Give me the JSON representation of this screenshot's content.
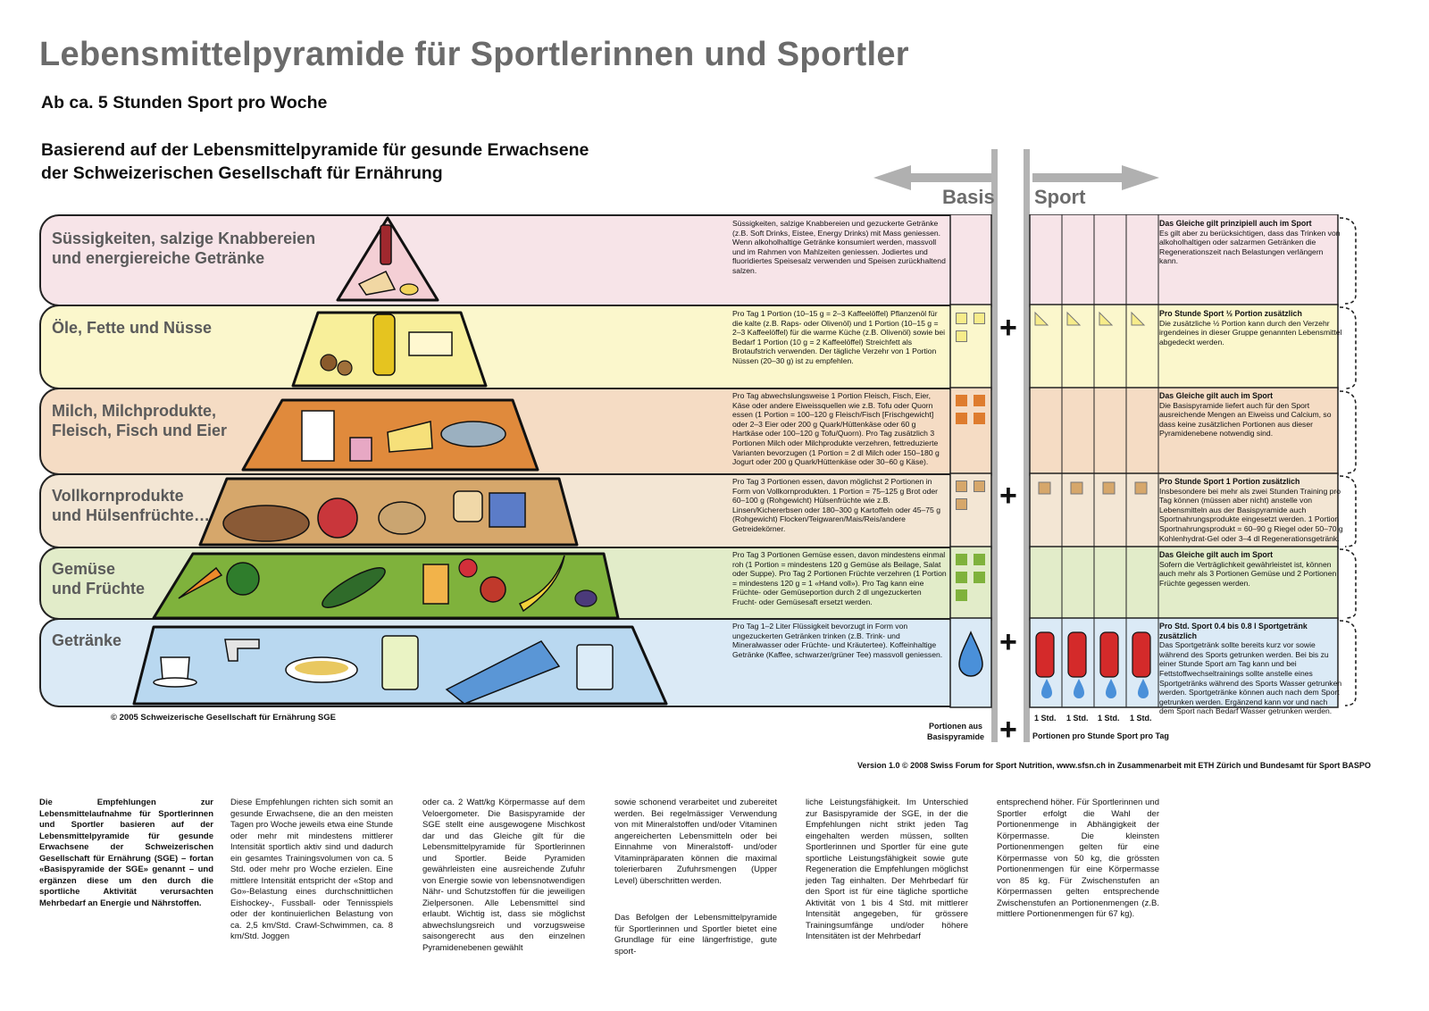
{
  "title": "Lebensmittelpyramide für Sportlerinnen und Sportler",
  "subtitle": "Ab ca. 5 Stunden Sport pro Woche",
  "basis_line1": "Basierend auf der Lebensmittelpyramide für gesunde Erwachsene",
  "basis_line2": "der Schweizerischen Gesellschaft für Ernährung",
  "header_basis": "Basis",
  "header_sport": "Sport",
  "colors": {
    "sweets": "#f7e4e8",
    "oils": "#fbf7cc",
    "protein": "#f5dcc4",
    "grains": "#f3e6d4",
    "veg": "#e2ecc9",
    "drinks": "#dbeaf6"
  },
  "levels": [
    {
      "label1": "Süssigkeiten, salzige Knabbereien",
      "label2": "und energiereiche Getränke",
      "desc": "Süssigkeiten, salzige Knabbereien und gezuckerte Getränke (z.B. Soft Drinks, Eistee, Energy Drinks) mit Mass geniessen. Wenn alkoholhaltige Getränke konsumiert werden, massvoll und im Rahmen von Mahlzeiten geniessen. Jodiertes und fluoridiertes Speisesalz verwenden und Speisen zurückhaltend salzen.",
      "note_title": "Das Gleiche gilt prinzipiell auch im Sport",
      "note": "Es gilt aber zu berücksichtigen, dass das Trinken von alkoholhaltigen oder salzarmen Getränken die Regenerationszeit nach Belastungen verlängern kann."
    },
    {
      "label1": "Öle, Fette und Nüsse",
      "label2": "",
      "desc": "Pro Tag 1 Portion (10–15 g = 2–3 Kaffeelöffel) Pflanzenöl für die kalte (z.B. Raps- oder Olivenöl) und 1 Portion (10–15 g = 2–3 Kaffeelöffel) für die warme Küche (z.B. Olivenöl) sowie bei Bedarf 1 Portion (10 g = 2 Kaffeelöffel) Streichfett als Brotaufstrich verwenden. Der tägliche Verzehr von 1 Portion Nüssen (20–30 g) ist zu empfehlen.",
      "note_title": "Pro Stunde Sport ½ Portion zusätzlich",
      "note": "Die zusätzliche ½ Portion kann durch den Verzehr irgendeines in dieser Gruppe genannten Lebensmittel abgedeckt werden."
    },
    {
      "label1": "Milch, Milchprodukte,",
      "label2": "Fleisch, Fisch und Eier",
      "desc": "Pro Tag abwechslungsweise 1 Portion Fleisch, Fisch, Eier, Käse oder andere Eiweissquellen wie z.B. Tofu oder Quorn essen (1 Portion = 100–120 g Fleisch/Fisch [Frischgewicht] oder 2–3 Eier oder 200 g Quark/Hüttenkäse oder 60 g Hartkäse oder 100–120 g Tofu/Quorn). Pro Tag zusätzlich 3 Portionen Milch oder Milchprodukte verzehren, fettreduzierte Varianten bevorzugen (1 Portion = 2 dl Milch oder 150–180 g Jogurt oder 200 g Quark/Hüttenkäse oder 30–60 g Käse).",
      "note_title": "Das Gleiche gilt auch im Sport",
      "note": "Die Basispyramide liefert auch für den Sport ausreichende Mengen an Eiweiss und Calcium, so dass keine zusätzlichen Portionen aus dieser Pyramidenebene notwendig sind."
    },
    {
      "label1": "Vollkornprodukte",
      "label2": "und Hülsenfrüchte…",
      "desc": "Pro Tag 3 Portionen essen, davon möglichst 2 Portionen in Form von Vollkornprodukten. 1 Portion = 75–125 g Brot oder 60–100 g (Rohgewicht) Hülsenfrüchte wie z.B. Linsen/Kichererbsen oder 180–300 g Kartoffeln oder 45–75 g (Rohgewicht) Flocken/Teigwaren/Mais/Reis/andere Getreidekörner.",
      "note_title": "Pro Stunde Sport 1 Portion zusätzlich",
      "note": "Insbesondere bei mehr als zwei Stunden Training pro Tag können (müssen aber nicht) anstelle von Lebensmitteln aus der Basispyramide auch Sportnahrungsprodukte eingesetzt werden. 1 Portion Sportnahrungsprodukt = 60–90 g Riegel oder 50–70 g Kohlenhydrat-Gel oder 3–4 dl Regenerationsgetränk."
    },
    {
      "label1": "Gemüse",
      "label2": "und Früchte",
      "desc": "Pro Tag 3 Portionen Gemüse essen, davon mindestens einmal roh (1 Portion = mindestens 120 g Gemüse als Beilage, Salat oder Suppe). Pro Tag 2 Portionen Früchte verzehren (1 Portion = mindestens 120 g = 1 «Hand voll»). Pro Tag kann eine Früchte- oder Gemüseportion durch 2 dl ungezuckerten Frucht- oder Gemüsesaft ersetzt werden.",
      "note_title": "Das Gleiche gilt auch im Sport",
      "note": "Sofern die Verträglichkeit gewährleistet ist, können auch mehr als 3 Portionen Gemüse und 2 Portionen Früchte gegessen werden."
    },
    {
      "label1": "Getränke",
      "label2": "",
      "desc": "Pro Tag 1–2 Liter Flüssigkeit bevorzugt in Form von ungezuckerten Getränken trinken (z.B. Trink- und Mineralwasser oder Früchte- und Kräutertee). Koffeinhaltige Getränke (Kaffee, schwarzer/grüner Tee) massvoll geniessen.",
      "note_title": "Pro Std. Sport 0.4 bis 0.8 l Sportgetränk zusätzlich",
      "note": "Das Sportgetränk sollte bereits kurz vor sowie während des Sports getrunken werden. Bei bis zu einer Stunde Sport am Tag kann und bei Fettstoffwechseltrainings sollte anstelle eines Sportgetränks während des Sports Wasser getrunken werden. Sportgetränke können auch nach dem Sport getrunken werden. Ergänzend kann vor und nach dem Sport nach Bedarf Wasser getrunken werden."
    }
  ],
  "plus_sign": "+",
  "copyright": "© 2005 Schweizerische Gesellschaft für Ernährung SGE",
  "hours": [
    "1 Std.",
    "1 Std.",
    "1 Std.",
    "1 Std."
  ],
  "portions_basis_1": "Portionen aus",
  "portions_basis_2": "Basispyramide",
  "portions_sport": "Portionen pro Stunde Sport pro Tag",
  "version": "Version 1.0 © 2008 Swiss Forum for Sport Nutrition, www.sfsn.ch in Zusammenarbeit mit ETH Zürich und Bundesamt für Sport BASPO",
  "columns": [
    "Die Empfehlungen zur Lebensmittelaufnahme für Sportlerinnen und Sportler basieren auf der Lebensmittelpyramide für gesunde Erwachsene der Schweizerischen Gesellschaft für Ernährung (SGE) – fortan «Basispyramide der SGE» genannt – und ergänzen diese um den durch die sportliche Aktivität verursachten Mehrbedarf an Energie und Nährstoffen.",
    "Diese Empfehlungen richten sich somit an gesunde Erwachsene, die an den meisten Tagen pro Woche jeweils etwa eine Stunde oder mehr mit mindestens mittlerer Intensität sportlich aktiv sind und dadurch ein gesamtes Trainingsvolumen von ca. 5 Std. oder mehr pro Woche erzielen. Eine mittlere Intensität entspricht der «Stop and Go»-Belastung eines durchschnittlichen Eishockey-, Fussball- oder Tennisspiels oder der kontinuierlichen Belastung von ca. 2,5 km/Std. Crawl-Schwimmen, ca. 8 km/Std. Joggen",
    "oder ca. 2 Watt/kg Körpermasse auf dem Veloergometer. Die Basispyramide der SGE stellt eine ausgewogene Mischkost dar und das Gleiche gilt für die Lebensmittelpyramide für Sportlerinnen und Sportler. Beide Pyramiden gewährleisten eine ausreichende Zufuhr von Energie sowie von lebensnotwendigen Nähr- und Schutzstoffen für die jeweiligen Zielpersonen. Alle Lebensmittel sind erlaubt. Wichtig ist, dass sie möglichst abwechslungsreich und vorzugsweise saisongerecht aus den einzelnen Pyramidenebenen gewählt",
    "sowie schonend verarbeitet und zubereitet werden. Bei regelmässiger Verwendung von mit Mineralstoffen und/oder Vitaminen angereicherten Lebensmitteln oder bei Einnahme von Mineralstoff- und/oder Vitaminpräparaten können die maximal tolerierbaren Zufuhrsmengen (Upper Level) überschritten werden.",
    "Das Befolgen der Lebensmittelpyramide für Sportlerinnen und Sportler bietet eine Grundlage für eine längerfristige, gute sport-",
    "liche Leistungsfähigkeit. Im Unterschied zur Basispyramide der SGE, in der die Empfehlungen nicht strikt jeden Tag eingehalten werden müssen, sollten Sportlerinnen und Sportler für eine gute sportliche Leistungsfähigkeit sowie gute Regeneration die Empfehlungen möglichst jeden Tag einhalten. Der Mehrbedarf für den Sport ist für eine tägliche sportliche Aktivität von 1 bis 4 Std. mit mittlerer Intensität angegeben, für grössere Trainingsumfänge und/oder höhere Intensitäten ist der Mehrbedarf",
    "entsprechend höher. Für Sportlerinnen und Sportler erfolgt die Wahl der Portionenmenge in Abhängigkeit der Körpermasse. Die kleinsten Portionenmengen gelten für eine Körpermasse von 50 kg, die grössten Portionenmengen für eine Körpermasse von 85 kg. Für Zwischenstufen an Körpermassen gelten entsprechende Zwischenstufen an Portionenmengen (z.B. mittlere Portionenmengen für 67 kg)."
  ]
}
